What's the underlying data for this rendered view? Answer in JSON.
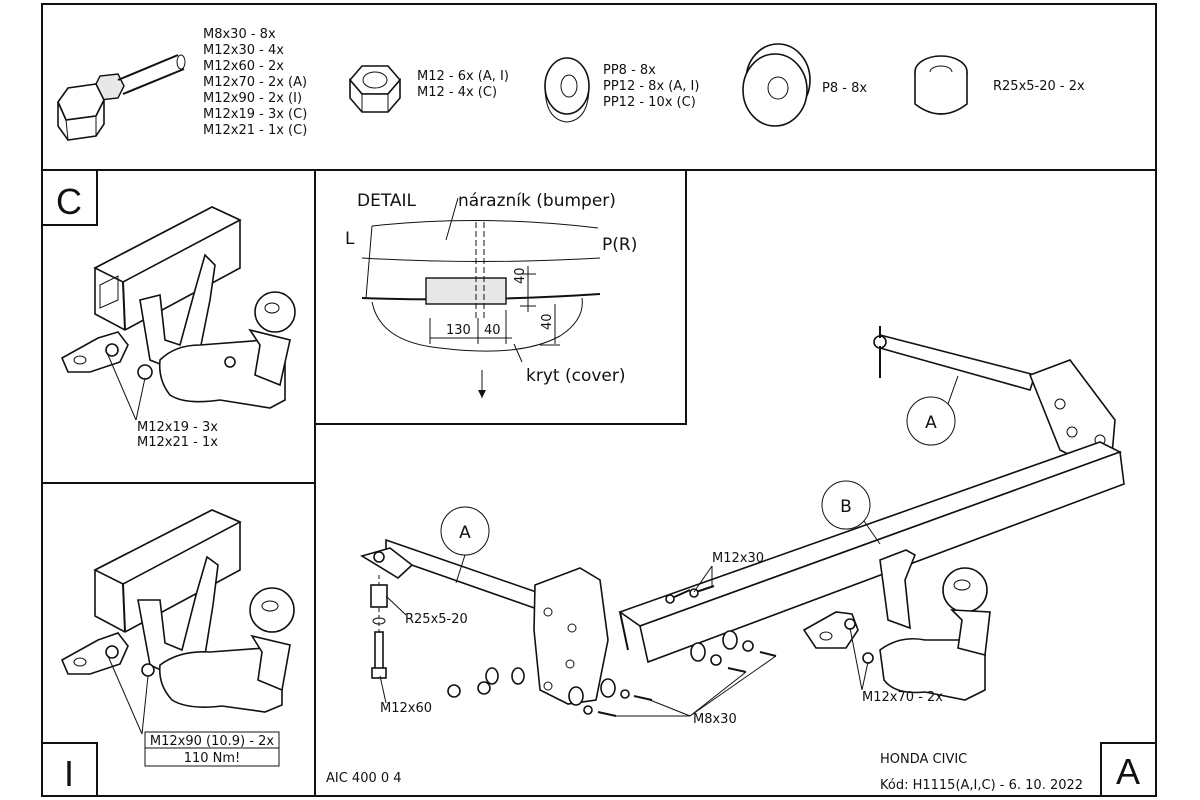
{
  "parts": {
    "bolts": [
      "M8x30 - 8x",
      "M12x30 - 4x",
      "M12x60 - 2x",
      "M12x70 - 2x (A)",
      "M12x90 - 2x (I)",
      "M12x19 - 3x (C)",
      "M12x21 - 1x (C)"
    ],
    "nuts": [
      "M12 - 6x (A, I)",
      "M12 - 4x (C)"
    ],
    "washers": [
      "PP8 - 8x",
      "PP12 - 8x (A, I)",
      "PP12 - 10x (C)"
    ],
    "plain_washer": "P8 - 8x",
    "spacer": "R25x5-20 - 2x"
  },
  "panel_c": {
    "letter": "C",
    "labels": [
      "M12x19 - 3x",
      "M12x21 - 1x"
    ]
  },
  "panel_i": {
    "letter": "I",
    "labels": [
      "M12x90 (10.9) - 2x",
      "110 Nm!"
    ]
  },
  "detail": {
    "title": "DETAIL",
    "bumper": "nárazník (bumper)",
    "left": "L",
    "right": "P(R)",
    "cover": "kryt (cover)",
    "dims": [
      "130",
      "40",
      "40",
      "40"
    ]
  },
  "main": {
    "callout_a1": "A",
    "callout_a2": "A",
    "callout_b": "B",
    "m12x30": "M12x30",
    "r25": "R25x5-20",
    "m12x60": "M12x60",
    "m8x30": "M8x30",
    "m12x70": "M12x70 - 2x"
  },
  "footer": {
    "code": "AIC 400 0 4",
    "model": "HONDA CIVIC",
    "kod": "Kód: H1115(A,I,C) - 6. 10. 2022",
    "view_letter": "A"
  }
}
